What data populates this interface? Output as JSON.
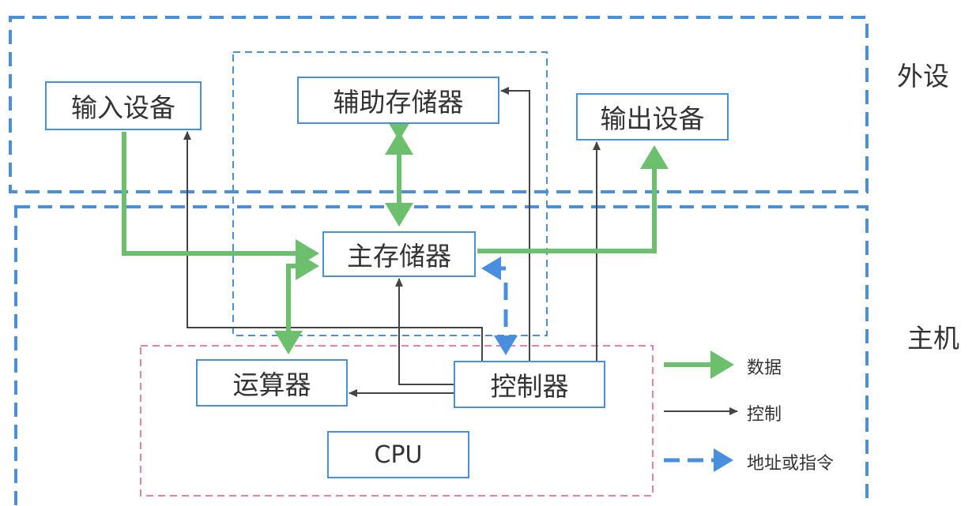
{
  "regions": {
    "peripheral": "外设",
    "host": "主机",
    "cpu": "CPU"
  },
  "nodes": {
    "input": "输入设备",
    "aux_storage": "辅助存储器",
    "output": "输出设备",
    "main_memory": "主存储器",
    "alu": "运算器",
    "controller": "控制器"
  },
  "legend": {
    "data": "数据",
    "control": "控制",
    "address": "地址或指令"
  },
  "colors": {
    "data": "#6cbf6c",
    "control": "#444444",
    "address": "#4a8ee0",
    "region": "#4a90d9",
    "cpu_region": "#e8849a"
  }
}
